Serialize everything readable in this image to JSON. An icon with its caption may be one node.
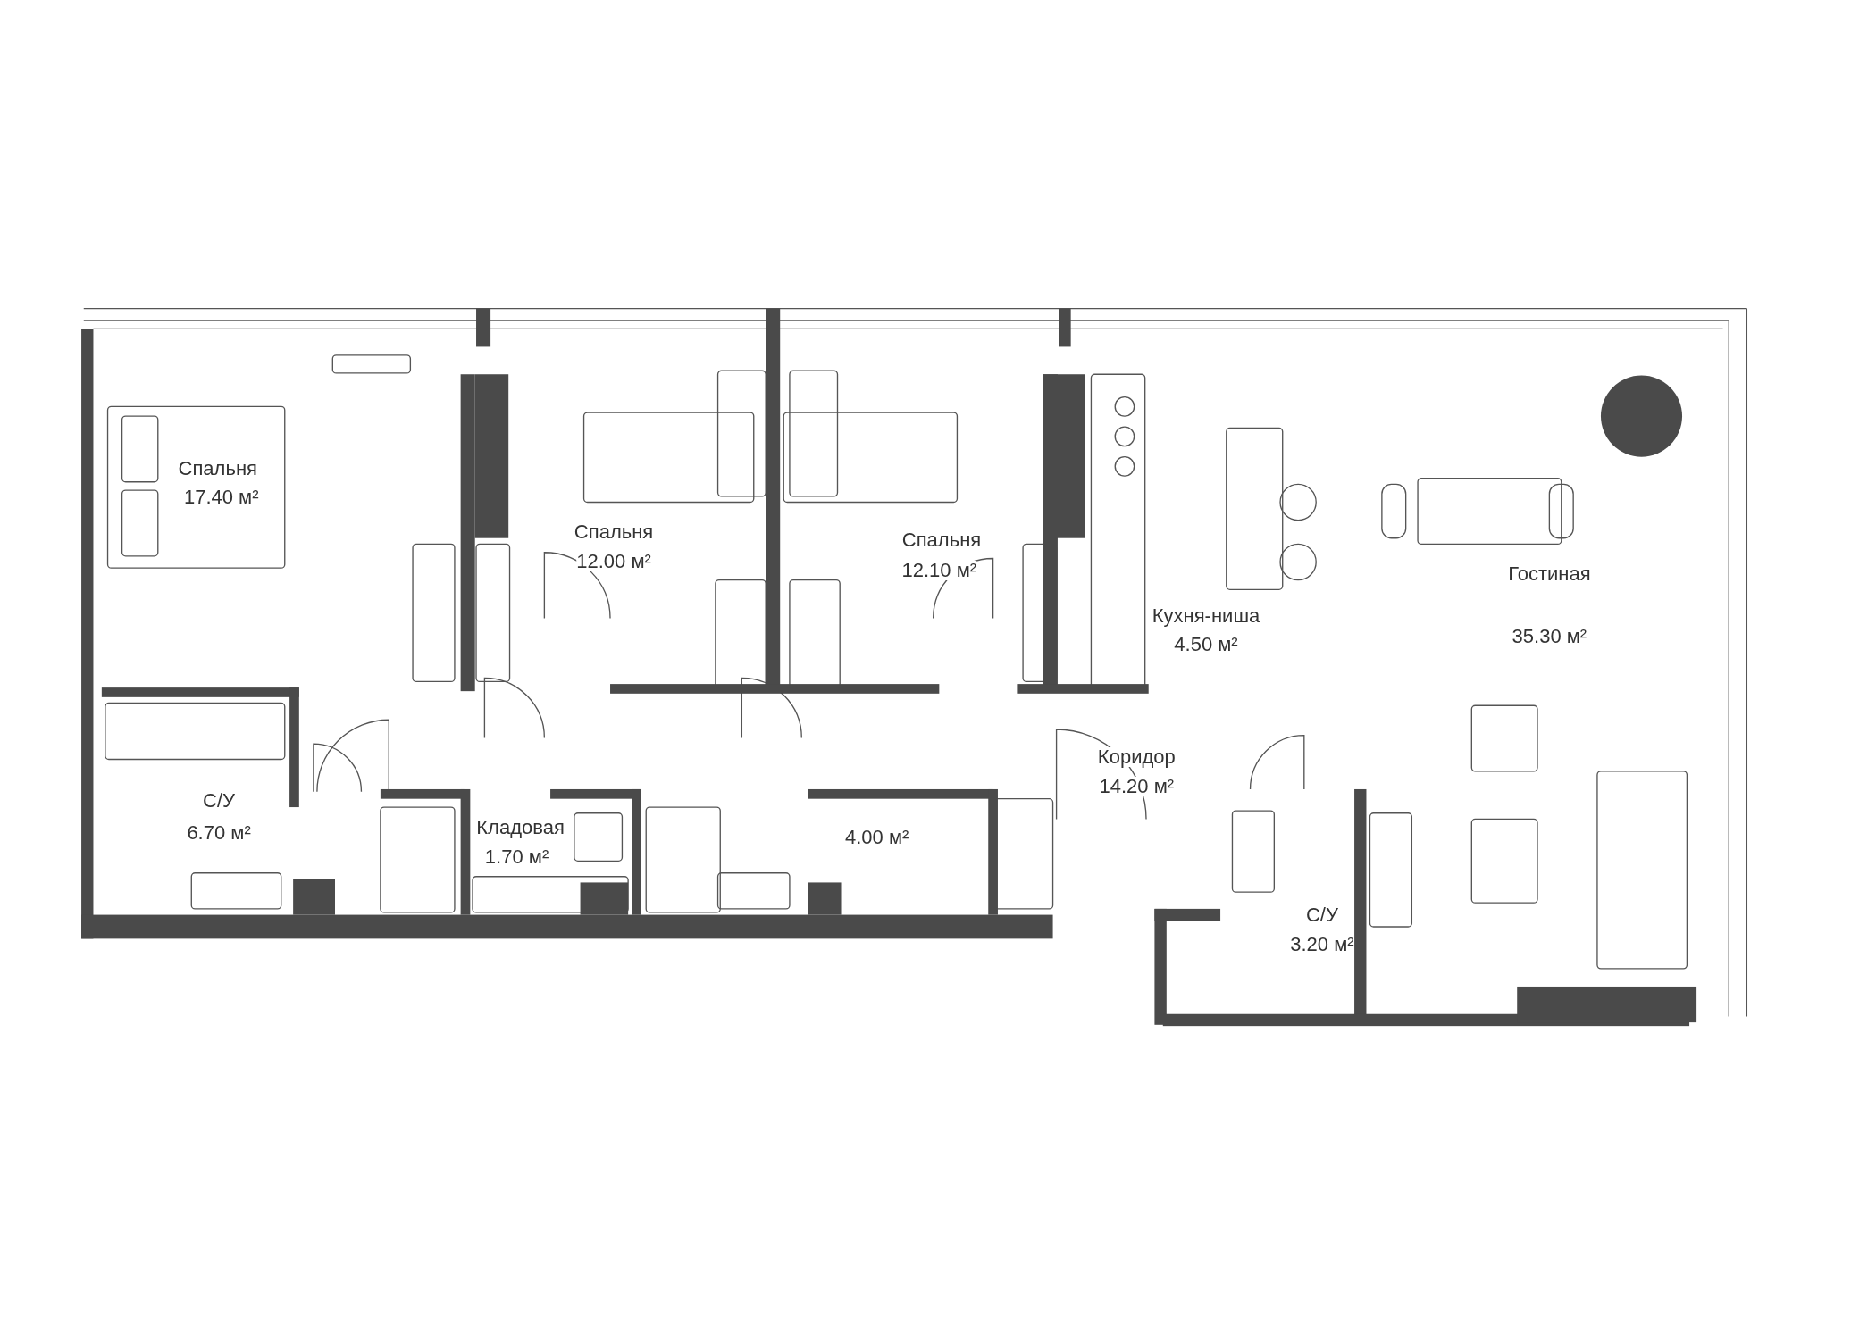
{
  "diagram": {
    "labels": [
      "Спальня",
      "17.40 м²",
      "Спальня",
      "12.00 м²",
      "Спальня",
      "12.10 м²",
      "Гостиная",
      "35.30 м²",
      "Кухня-ниша",
      "4.50 м²",
      "Коридор",
      "14.20 м²",
      "С/У",
      "6.70 м²",
      "Кладовая",
      "1.70 м²",
      "4.00 м²",
      "С/У",
      "3.20 м²"
    ]
  }
}
